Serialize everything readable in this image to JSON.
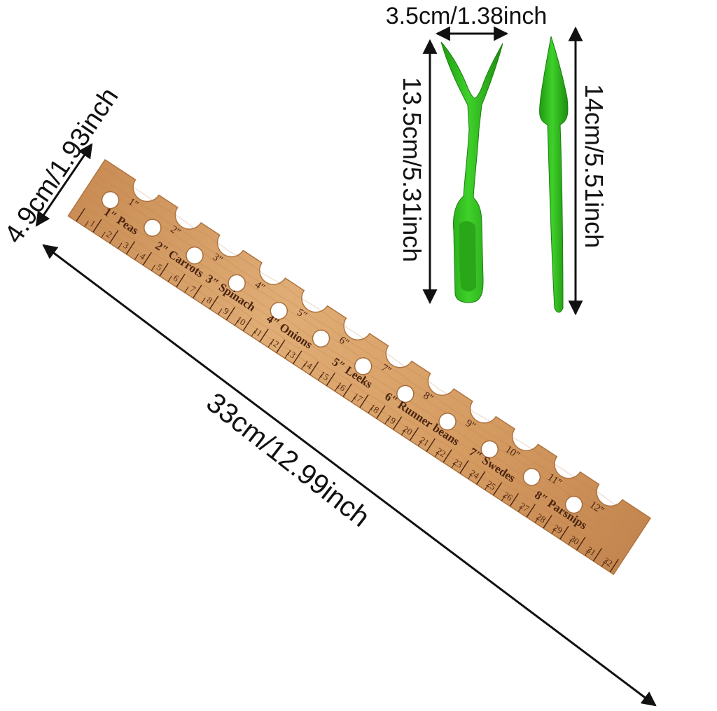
{
  "dimensions": {
    "width_label": "4.9cm/1.93inch",
    "length_label": "33cm/12.99inch",
    "tool_gap_label": "3.5cm/1.38inch",
    "fork_tool_label": "13.5cm/5.31inch",
    "dibber_tool_label": "14cm/5.51inch"
  },
  "ruler": {
    "notch_labels": [
      "1″",
      "2″",
      "3″",
      "4″",
      "5″",
      "6″",
      "7″",
      "8″",
      "9″",
      "10″",
      "11″",
      "12″"
    ],
    "crops": [
      "1″ Peas",
      "2″ Carrots",
      "3″ Spinach",
      "4″ Onions",
      "5″ Leeks",
      "6″ Runner beans",
      "7″ Swedes",
      "8″ Parsnips"
    ],
    "scale_numbers": [
      "1",
      "2",
      "3",
      "4",
      "5",
      "6",
      "7",
      "8",
      "9",
      "10",
      "11",
      "12",
      "13",
      "14",
      "15",
      "16",
      "17",
      "18",
      "19",
      "20",
      "21",
      "22",
      "23",
      "24",
      "25",
      "26",
      "27",
      "28",
      "29",
      "30",
      "31",
      "32"
    ]
  },
  "colors": {
    "wood": "#d9a46c",
    "wood_dark": "#b97f48",
    "engraving": "#4a2410",
    "tool_green": "#2fbf1f",
    "tool_green_dark": "#1f8f12",
    "arrow": "#111111"
  }
}
